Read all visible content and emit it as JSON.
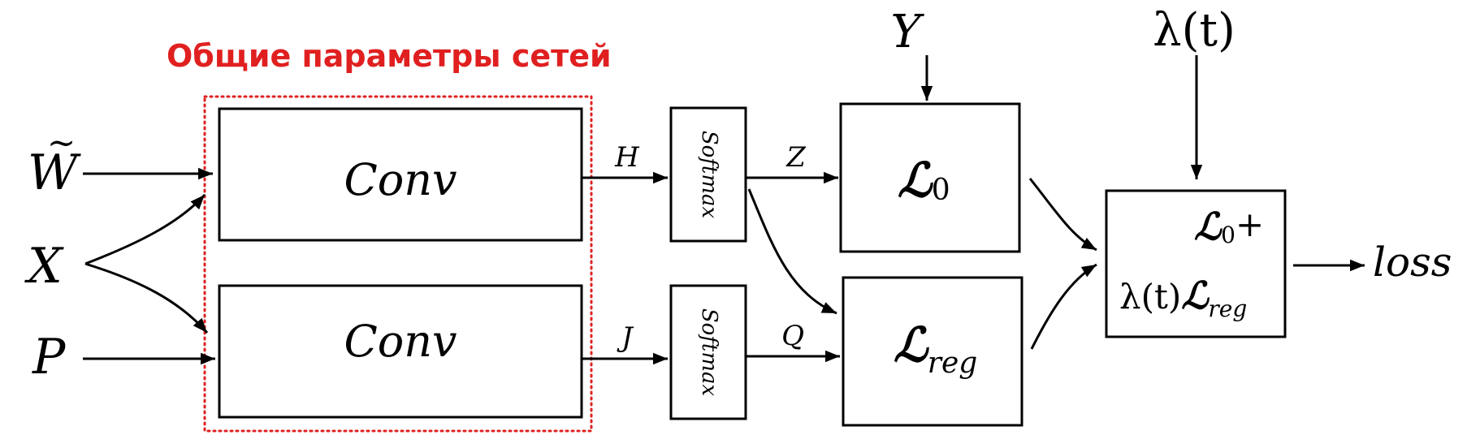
{
  "shared_label": "Общие параметры сетей",
  "inputs": {
    "w": "W",
    "w_accent": "~",
    "x": "X",
    "p": "P",
    "y": "Y",
    "lambda": "λ(t)"
  },
  "blocks": {
    "conv_top": "Conv",
    "conv_bottom": "Conv",
    "softmax_top": "Softmax",
    "softmax_bottom": "Softmax",
    "loss0_symbol": "ℒ",
    "loss0_sub": "0",
    "lossreg_symbol": "ℒ",
    "lossreg_sub": "reg",
    "combined_line1_symbol": "ℒ",
    "combined_line1_sub": "0",
    "combined_line1_plus": "+",
    "combined_line2_lambda": "λ(t)",
    "combined_line2_symbol": "ℒ",
    "combined_line2_sub": "reg"
  },
  "edges": {
    "h": "H",
    "j": "J",
    "z": "Z",
    "q": "Q"
  },
  "output": "loss",
  "colors": {
    "shared_border": "#e02020",
    "stroke": "#000000"
  }
}
